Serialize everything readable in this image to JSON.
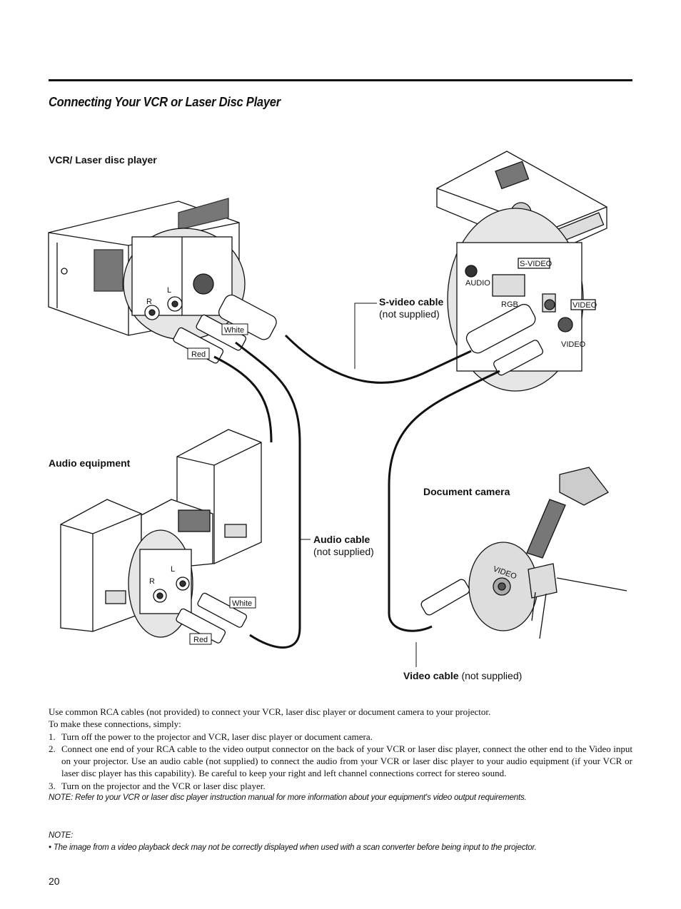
{
  "heading": "Connecting Your VCR or Laser Disc Player",
  "labels": {
    "vcr": "VCR/ Laser disc player",
    "svideo_cable_bold": "S-video cable",
    "svideo_cable_note": "(not supplied)",
    "audio_equipment": "Audio equipment",
    "audio_cable_bold": "Audio cable",
    "audio_cable_note": "(not supplied)",
    "document_camera": "Document camera",
    "video_cable_bold": "Video cable",
    "video_cable_note": " (not supplied)"
  },
  "diagram_tags": {
    "white_top": "White",
    "red_top": "Red",
    "white_bottom": "White",
    "red_bottom": "Red",
    "r": "R",
    "l": "L",
    "r2": "R",
    "l2": "L",
    "svideo_jack": "S-VIDEO",
    "video_jack": "VIDEO",
    "audio_small": "AUDIO",
    "rgb_small": "RGB",
    "video_small": "VIDEO",
    "camera_video": "VIDEO"
  },
  "body": {
    "intro": "Use common RCA cables (not provided) to connect your VCR, laser disc player or document camera to your projector.",
    "lead": "To make these connections, simply:",
    "steps": [
      {
        "num": "1.",
        "text": "Turn off the power to the projector and VCR, laser disc player or document camera."
      },
      {
        "num": "2.",
        "text": "Connect one end of your RCA cable to the video output connector on the back of your VCR or laser disc player, connect the other end to the Video input on your projector. Use an audio cable (not supplied) to connect the audio from your VCR or laser disc player to your audio equipment (if your VCR or laser disc player has this capability). Be careful to keep your right and left channel connections correct for stereo sound."
      },
      {
        "num": "3.",
        "text": "Turn on the projector and the VCR or laser disc player."
      }
    ],
    "note1": "NOTE: Refer to your VCR or laser disc player instruction manual for more information about your equipment's video output requirements.",
    "note2_title": "NOTE:",
    "note2_text": "• The image from a video playback deck may not be correctly displayed when used with a scan converter before being input to the projector."
  },
  "page_number": "20"
}
